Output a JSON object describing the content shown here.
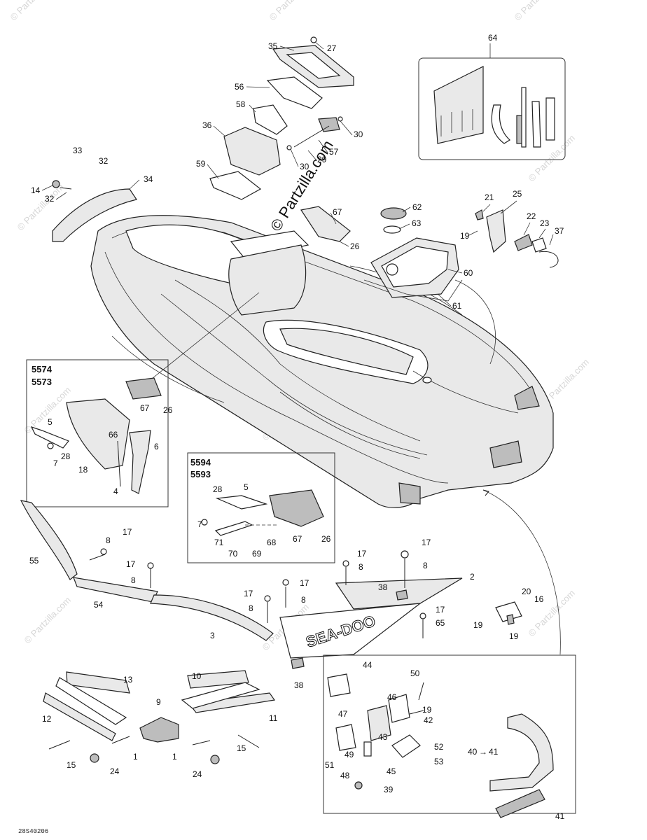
{
  "watermark": {
    "main": "© Partzilla.com",
    "faint": "© Partzilla.com"
  },
  "callouts": {
    "c1a": "1",
    "c1b": "1",
    "c2": "2",
    "c3": "3",
    "c4": "4",
    "c5a": "5",
    "c5b": "5",
    "c6": "6",
    "c7a": "7",
    "c7b": "7",
    "c8a": "8",
    "c8b": "8",
    "c8c": "8",
    "c8d": "8",
    "c8e": "8",
    "c8f": "8",
    "c9": "9",
    "c10": "10",
    "c11": "11",
    "c12": "12",
    "c13": "13",
    "c14": "14",
    "c15a": "15",
    "c15b": "15",
    "c16": "16",
    "c17a": "17",
    "c17b": "17",
    "c17c": "17",
    "c17d": "17",
    "c17e": "17",
    "c17f": "17",
    "c17g": "17",
    "c18": "18",
    "c19a": "19",
    "c19b": "19",
    "c19c": "19",
    "c19d": "19",
    "c20": "20",
    "c21": "21",
    "c22": "22",
    "c23": "23",
    "c24a": "24",
    "c24b": "24",
    "c25": "25",
    "c26a": "26",
    "c26b": "26",
    "c26c": "26",
    "c27": "27",
    "c28a": "28",
    "c28b": "28",
    "c29": "29",
    "c30a": "30",
    "c30b": "30",
    "c32a": "32",
    "c32b": "32",
    "c33": "33",
    "c34": "34",
    "c35": "35",
    "c36": "36",
    "c37": "37",
    "c38a": "38",
    "c38b": "38",
    "c39": "39",
    "c40": "40",
    "c41a": "41",
    "c41b": "41",
    "c42": "42",
    "c43": "43",
    "c44": "44",
    "c45": "45",
    "c46": "46",
    "c47": "47",
    "c48": "48",
    "c49": "49",
    "c50": "50",
    "c51": "51",
    "c52": "52",
    "c53": "53",
    "c54": "54",
    "c55": "55",
    "c56": "56",
    "c57": "57",
    "c58": "58",
    "c59": "59",
    "c60": "60",
    "c61": "61",
    "c62": "62",
    "c63": "63",
    "c64": "64",
    "c65": "65",
    "c66": "66",
    "c67a": "67",
    "c67b": "67",
    "c67c": "67",
    "c68": "68",
    "c69": "69",
    "c70": "70",
    "c71": "71"
  },
  "boxes": {
    "left": {
      "line1": "5574",
      "line2": "5573"
    },
    "mid": {
      "line1": "5594",
      "line2": "5593"
    }
  },
  "decal_text": "SEA-DOO",
  "arrow_label": "→",
  "drawing_code": "28S40206"
}
